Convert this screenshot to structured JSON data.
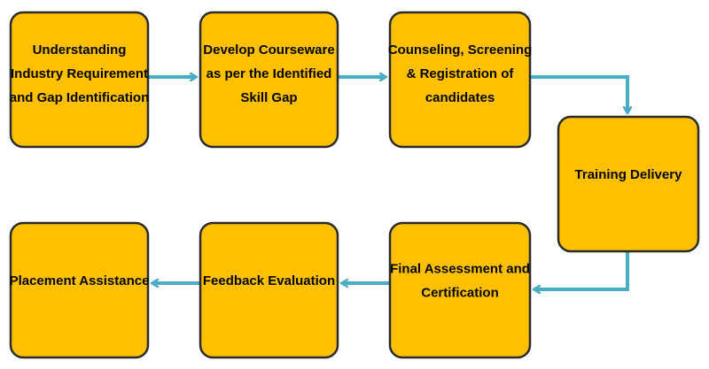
{
  "colors": {
    "box_fill": "#ffc000",
    "box_border": "#2b2b2b",
    "arrow": "#4bacc6",
    "text": "#000000"
  },
  "steps": [
    {
      "id": "step-1",
      "lines": [
        "Understanding",
        "Industry Requirement",
        "and Gap Identification"
      ]
    },
    {
      "id": "step-2",
      "lines": [
        "Develop Courseware",
        "as per the Identified",
        "Skill Gap"
      ]
    },
    {
      "id": "step-3",
      "lines": [
        "Counseling, Screening",
        "& Registration of",
        "candidates"
      ]
    },
    {
      "id": "step-4",
      "lines": [
        "Training Delivery"
      ]
    },
    {
      "id": "step-5",
      "lines": [
        "Final Assessment and",
        "Certification"
      ]
    },
    {
      "id": "step-6",
      "lines": [
        "Feedback Evaluation"
      ]
    },
    {
      "id": "step-7",
      "lines": [
        "Placement Assistance"
      ]
    }
  ],
  "connections": [
    {
      "from": "step-1",
      "to": "step-2"
    },
    {
      "from": "step-2",
      "to": "step-3"
    },
    {
      "from": "step-3",
      "to": "step-4"
    },
    {
      "from": "step-4",
      "to": "step-5"
    },
    {
      "from": "step-5",
      "to": "step-6"
    },
    {
      "from": "step-6",
      "to": "step-7"
    }
  ]
}
